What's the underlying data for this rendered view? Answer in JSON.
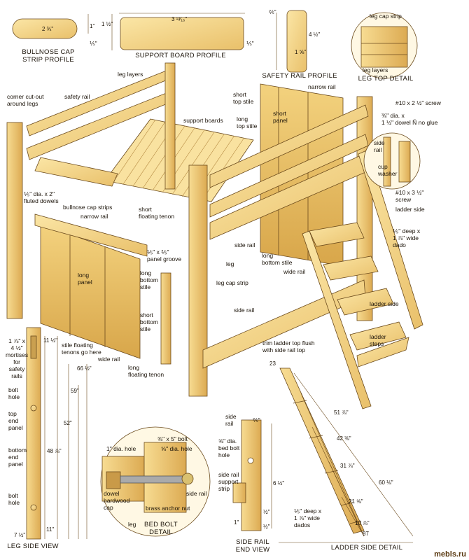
{
  "captions": {
    "bullnose_cap_strip_profile": "BULLNOSE CAP\nSTRIP PROFILE",
    "support_board_profile": "SUPPORT BOARD PROFILE",
    "safety_rail_profile": "SAFETY RAIL PROFILE",
    "leg_top_detail": "LEG TOP DETAIL",
    "leg_side_view": "LEG SIDE VIEW",
    "bed_bolt_detail": "BED BOLT\nDETAIL",
    "side_rail_end_view": "SIDE RAIL\nEND VIEW",
    "ladder_side_detail": "LADDER SIDE DETAIL"
  },
  "labels": {
    "leg_layers": "leg layers",
    "corner_cutout": "corner cut-out\naround legs",
    "safety_rail": "safety rail",
    "support_boards": "support boards",
    "short_top_stile": "short\ntop stile",
    "long_top_stile": "long\ntop stile",
    "short_panel": "short\npanel",
    "narrow_rail_top": "narrow rail",
    "leg_cap_strip_top": "leg cap strip",
    "leg_layers_detail": "leg layers",
    "screw_top": "#10 x 2 ½\" screw",
    "dowel": "⅜\" dia. x\n1 ½\" dowel Ñ no glue",
    "side_rail_detail": "side\nrail",
    "cup_washer": "cup\nwasher",
    "screw_bottom": "#10 x 3 ½\"\nscrew",
    "ladder_side_top": "ladder side",
    "fluted_dowels": "⅕\" dia. x 2\"\nfluted dowels",
    "bullnose_cap_strips": "bullnose cap strips",
    "narrow_rail": "narrow rail",
    "short_floating_tenon": "short\nfloating tenon",
    "panel_groove": "⅕\" x ⅖\"\npanel groove",
    "long_panel": "long\npanel",
    "long_bottom_stile_left": "long\nbottom\nstile",
    "short_bottom_stile": "short\nbottom\nstile",
    "side_rail_upper": "side rail",
    "long_bottom_stile": "long\nbottom stile",
    "wide_rail_right": "wide rail",
    "leg": "leg",
    "leg_cap_strip": "leg cap strip",
    "side_rail_mid": "side rail",
    "deep_dado": "⅕\" deep x\n1 ⅞\" wide\ndado",
    "ladder_side_right": "ladder side",
    "ladder_steps": "ladder\nsteps",
    "trim_ladder": "trim ladder top flush\nwith side rail top",
    "mortises": "1 ⅞\" x\n4 ½\"\nmortises\nfor\nsafety\nrails",
    "stile_floating_tenons": "stile floating\ntenons go here",
    "wide_rail_left": "wide rail",
    "long_floating_tenon": "long\nfloating tenon",
    "bolt_hole_1": "bolt\nhole",
    "top_end_panel": "top\nend\npanel",
    "bottom_end_panel": "bottom\nend\npanel",
    "bolt_hole_2": "bolt\nhole",
    "bolt": "⅜\" x 5\" bolt",
    "one_dia_hole": "1\" dia. hole",
    "five_eighths_hole": "⅝\" dia. hole",
    "dowel_cap": "dowel\nhardwood\ncap",
    "side_rail_bolt": "side rail",
    "brass_nut": "brass anchor nut",
    "leg_bolt": "leg",
    "side_rail_end": "side\nrail",
    "bed_bolt_hole": "⅝\" dia.\nbed bolt\nhole",
    "side_rail_support_strip": "side rail\nsupport\nstrip",
    "deep_wide_dados": "⅕\" deep x\n1 ⅞\" wide\ndados",
    "watermark": "mebls.ru"
  },
  "dims": {
    "bullnose_w": "2 ¾\"",
    "bullnose_h": "1\"",
    "bullnose_r": "⅕\"",
    "support_w": "3 ¹³⁄₁₆\"",
    "support_h": "1 ½\"",
    "support_r": "⅕\"",
    "safety_top": "⅖\"",
    "safety_h": "4 ½\"",
    "safety_w": "1 ⅝\"",
    "leg_11": "11 ½\"",
    "leg_66": "66 ½\"",
    "leg_59": "59\"",
    "leg_52": "52\"",
    "leg_48": "48 ⅞\"",
    "leg_11b": "11\"",
    "leg_7": "7 ½\"",
    "rail_top": "⅖\"",
    "rail_6": "6 ½\"",
    "rail_b1": "½\"",
    "rail_b2": "½\"",
    "rail_1": "1\"",
    "lad_23": "23",
    "lad_51": "51 ⅞\"",
    "lad_42": "42 ⅜\"",
    "lad_31": "31 ⅞\"",
    "lad_21": "21 ⅝\"",
    "lad_10": "10 ⅞\"",
    "lad_60": "60 ⅛\"",
    "lad_87": "87"
  }
}
